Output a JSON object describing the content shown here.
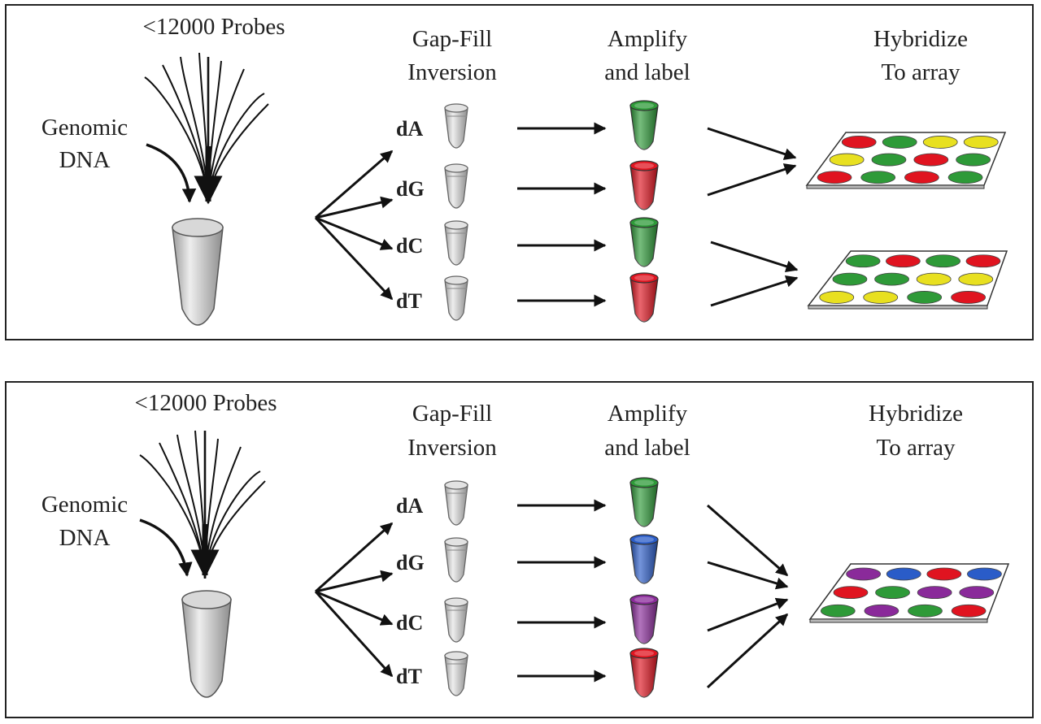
{
  "panels": [
    {
      "probes_label": "<12000 Probes",
      "genomic_label": [
        "Genomic",
        "DNA"
      ],
      "step1_label": [
        "Gap-Fill",
        "Inversion"
      ],
      "step2_label": [
        "Amplify",
        "and label"
      ],
      "step3_label": [
        "Hybridize",
        "To array"
      ],
      "nucleotides": [
        "dA",
        "dG",
        "dC",
        "dT"
      ],
      "tube_colors": [
        "#2e9a38",
        "#e01420",
        "#2e9a38",
        "#e01420"
      ],
      "arrays": [
        {
          "rows": [
            [
              "#e01420",
              "#2e9a38",
              "#e8e020",
              "#e8e020"
            ],
            [
              "#e8e020",
              "#2e9a38",
              "#e01420",
              "#2e9a38"
            ],
            [
              "#e01420",
              "#2e9a38",
              "#e01420",
              "#2e9a38"
            ]
          ]
        },
        {
          "rows": [
            [
              "#2e9a38",
              "#e01420",
              "#2e9a38",
              "#e01420"
            ],
            [
              "#2e9a38",
              "#2e9a38",
              "#e8e020",
              "#e8e020"
            ],
            [
              "#e8e020",
              "#e8e020",
              "#2e9a38",
              "#e01420"
            ]
          ]
        }
      ]
    },
    {
      "probes_label": "<12000 Probes",
      "genomic_label": [
        "Genomic",
        "DNA"
      ],
      "step1_label": [
        "Gap-Fill",
        "Inversion"
      ],
      "step2_label": [
        "Amplify",
        "and label"
      ],
      "step3_label": [
        "Hybridize",
        "To array"
      ],
      "nucleotides": [
        "dA",
        "dG",
        "dC",
        "dT"
      ],
      "tube_colors": [
        "#2e9a38",
        "#2a5cc8",
        "#8a2a9a",
        "#e01420"
      ],
      "arrays": [
        {
          "rows": [
            [
              "#8a2a9a",
              "#2a5cc8",
              "#e01420",
              "#2a5cc8"
            ],
            [
              "#e01420",
              "#2e9a38",
              "#8a2a9a",
              "#8a2a9a"
            ],
            [
              "#2e9a38",
              "#8a2a9a",
              "#2e9a38",
              "#e01420"
            ]
          ]
        }
      ]
    }
  ]
}
